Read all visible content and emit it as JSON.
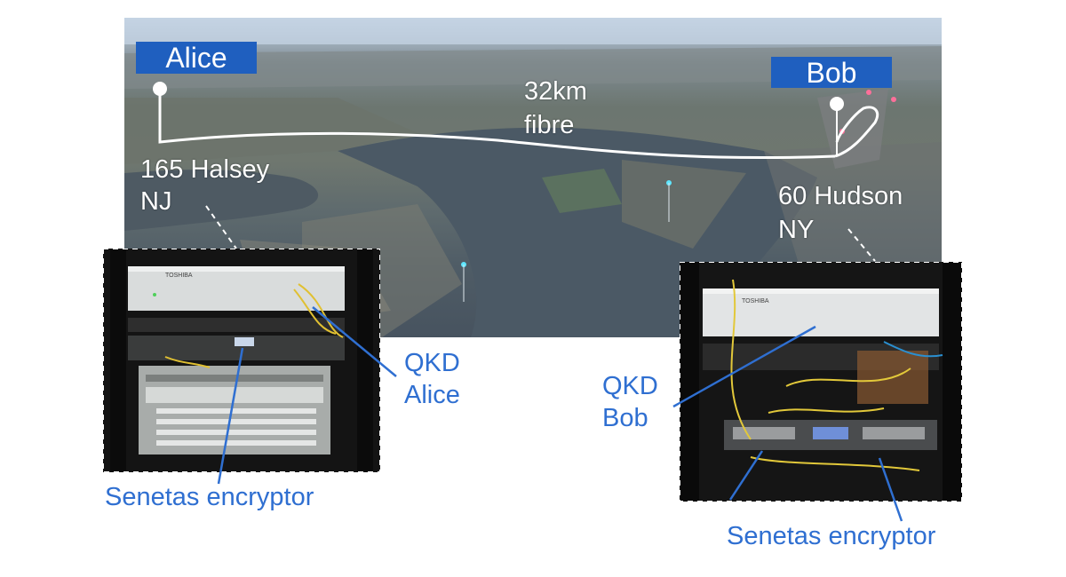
{
  "labels": {
    "alice": "Alice",
    "bob": "Bob",
    "link_line1": "32km",
    "link_line2": "fibre",
    "site_a_line1": "165 Halsey",
    "site_a_line2": "NJ",
    "site_b_line1": "60 Hudson",
    "site_b_line2": "NY",
    "qkd_alice_line1": "QKD",
    "qkd_alice_line2": "Alice",
    "qkd_bob_line1": "QKD",
    "qkd_bob_line2": "Bob",
    "encryptor_left": "Senetas encryptor",
    "encryptor_right": "Senetas encryptor"
  },
  "colors": {
    "tag_blue": "#1f5fbf",
    "label_blue": "#2f6fd1",
    "fibre": "#ffffff"
  }
}
